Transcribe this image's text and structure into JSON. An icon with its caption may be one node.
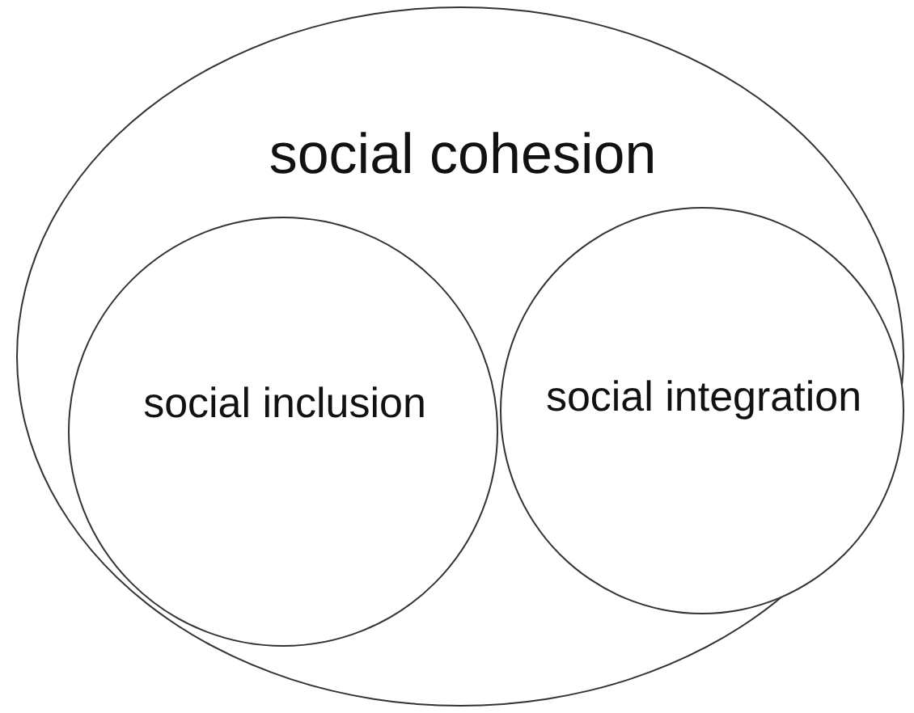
{
  "diagram": {
    "nodes": [
      {
        "text": [
          "social cohesion"
        ]
      },
      {
        "text": [
          "social inclusion"
        ],
        "in": 0
      },
      {
        "text": [
          "social integration"
        ],
        "in": 0
      }
    ]
  }
}
